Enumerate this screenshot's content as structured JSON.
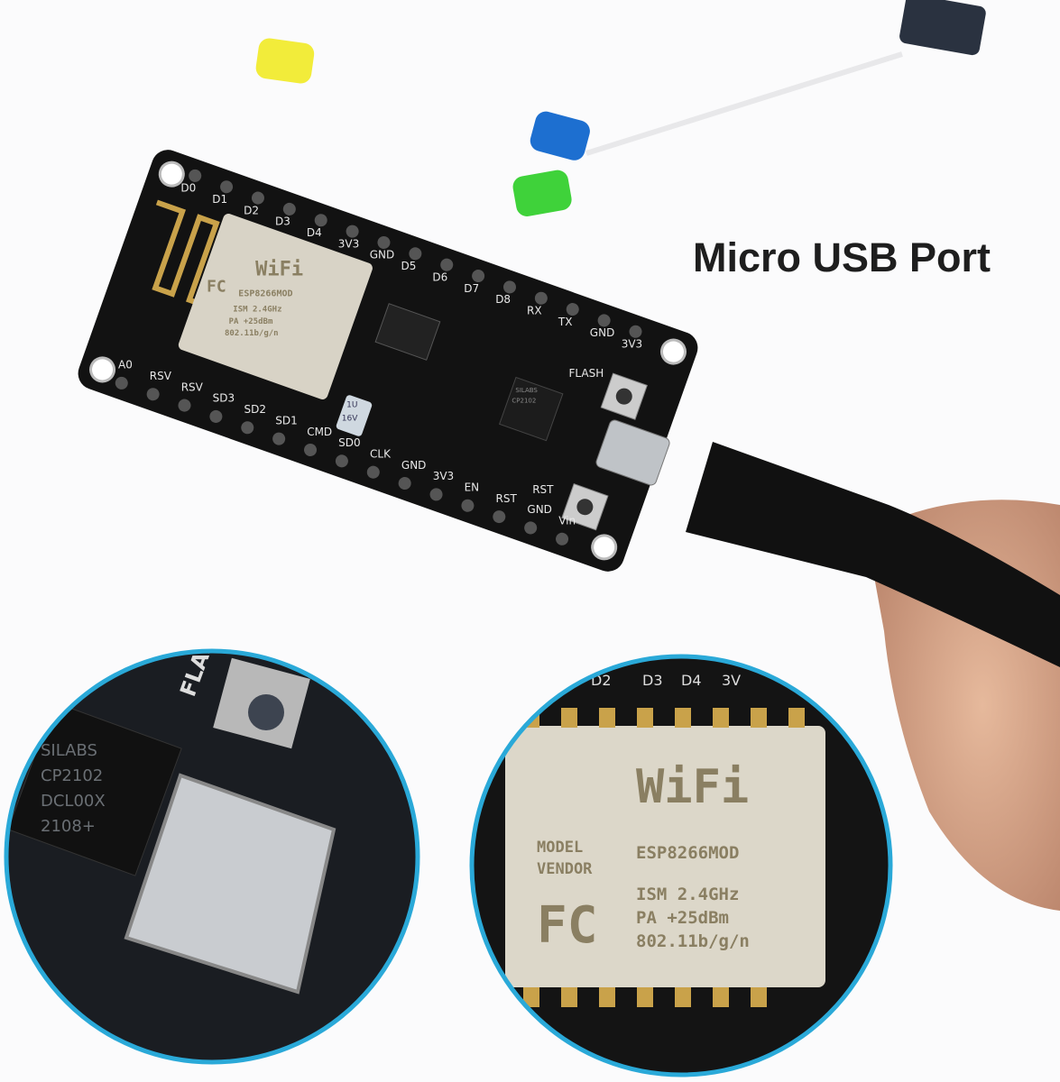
{
  "caption": "Micro USB Port",
  "colors": {
    "board": "#121212",
    "shield": "#d8d3c6",
    "gold": "#c9a24a",
    "ring": "#2aa9d8",
    "cable": "#111111",
    "skin": "#d9a98a"
  },
  "board": {
    "top_pins": [
      "D0",
      "D1",
      "D2",
      "D3",
      "D4",
      "3V3",
      "GND",
      "D5",
      "D6",
      "D7",
      "D8",
      "RX",
      "TX",
      "GND",
      "3V3"
    ],
    "bottom_pins": [
      "A0",
      "RSV",
      "RSV",
      "SD3",
      "SD2",
      "SD1",
      "CMD",
      "SD0",
      "CLK",
      "GND",
      "3V3",
      "EN",
      "RST",
      "GND",
      "Vin"
    ],
    "flash_label": "FLASH",
    "rst_label": "RST",
    "capacitor": [
      "1U",
      "16V"
    ]
  },
  "module": {
    "brand": "WiFi",
    "model_line1": "MODEL",
    "model_line2": "VENDOR",
    "fcc": "FC",
    "name": "ESP8266MOD",
    "line1": "ISM 2.4GHz",
    "line2": "PA  +25dBm",
    "line3": "802.11b/g/n"
  },
  "usb_chip": [
    "SILABS",
    "CP2102",
    "DCL00X",
    "2108+"
  ],
  "zoom_right_pins": [
    "D2",
    "D3",
    "D4",
    "3V"
  ],
  "zoom_left_label": "FLASH"
}
